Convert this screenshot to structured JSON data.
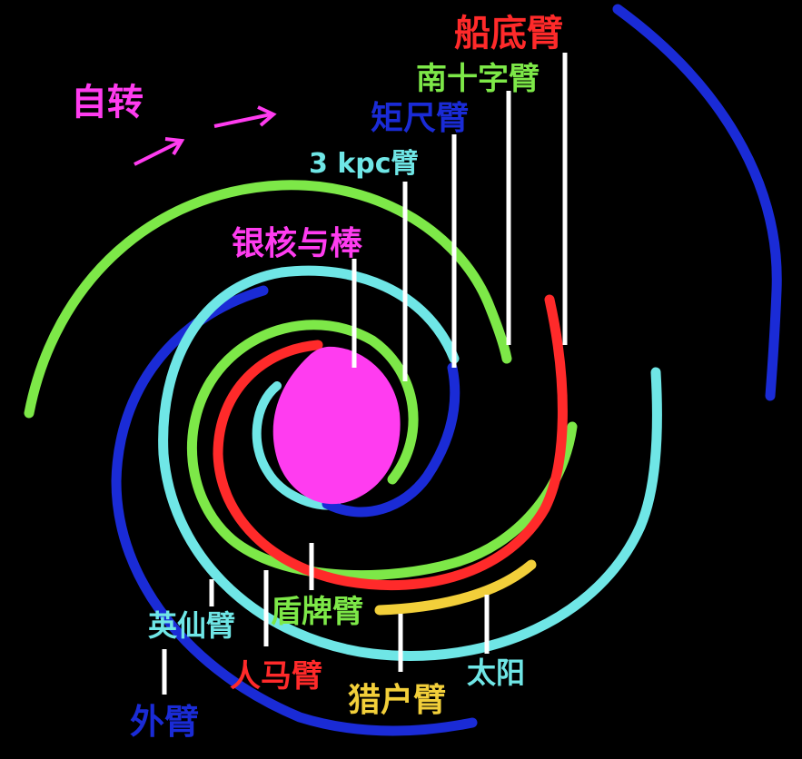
{
  "colors": {
    "background": "#000000",
    "magenta": "#ff3cf0",
    "red": "#ff2a2a",
    "green": "#7de848",
    "blue": "#1a2bd6",
    "cyan": "#6fe6e6",
    "yellow": "#f2cf3a",
    "leader": "#ffffff"
  },
  "rotation": {
    "label": "自转"
  },
  "core": {
    "label": "银核与棒"
  },
  "arms": {
    "carina": {
      "label": "船底臂"
    },
    "crux": {
      "label": "南十字臂"
    },
    "norma": {
      "label": "矩尺臂"
    },
    "kpc3": {
      "label": "3 kpc臂"
    },
    "scutum": {
      "label": "盾牌臂"
    },
    "perseus": {
      "label": "英仙臂"
    },
    "sagittarius": {
      "label": "人马臂"
    },
    "orion": {
      "label": "猎户臂"
    },
    "outer": {
      "label": "外臂"
    }
  },
  "sun": {
    "label": "太阳"
  }
}
